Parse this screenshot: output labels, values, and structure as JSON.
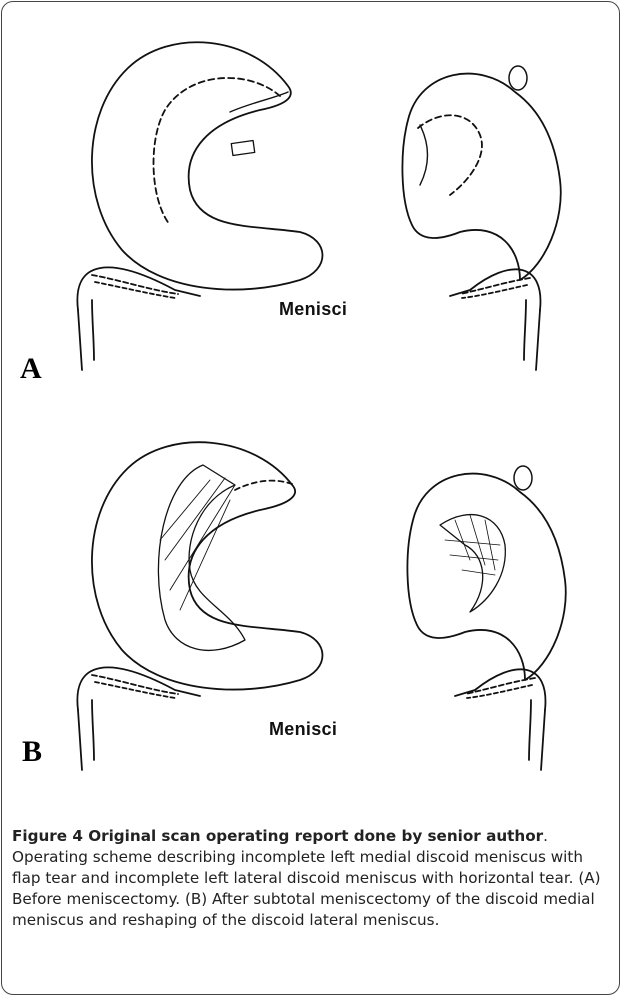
{
  "figure": {
    "panels": [
      {
        "letter": "A",
        "label": "Menisci"
      },
      {
        "letter": "B",
        "label": "Menisci"
      }
    ],
    "caption_title": "Figure 4 Original scan operating report done by senior author",
    "caption_title_end": ".",
    "caption_text": "Operating scheme describing incomplete left medial discoid meniscus with flap tear and incomplete left lateral discoid meniscus with horizontal tear. (A) Before meniscectomy. (B) After subtotal meniscectomy of the discoid medial meniscus and reshaping of the discoid lateral meniscus."
  }
}
